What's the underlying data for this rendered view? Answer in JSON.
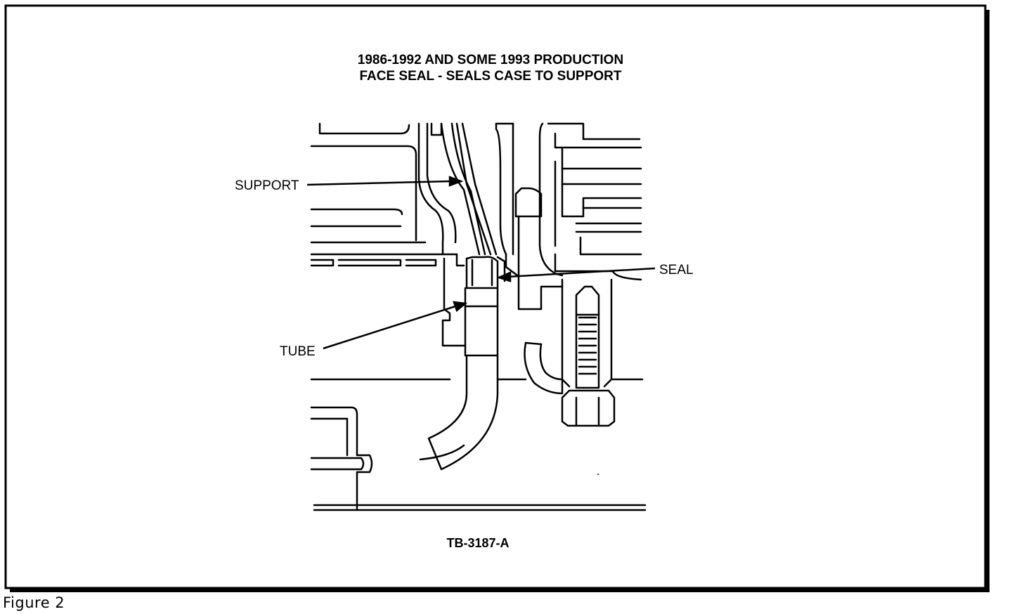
{
  "diagram": {
    "title_line_1": "1986-1992 AND SOME 1993 PRODUCTION",
    "title_line_2": "FACE SEAL - SEALS CASE TO SUPPORT",
    "labels": {
      "support": "SUPPORT",
      "seal": "SEAL",
      "tube": "TUBE"
    },
    "figure_id": "TB-3187-A"
  },
  "caption": "Figure 2"
}
